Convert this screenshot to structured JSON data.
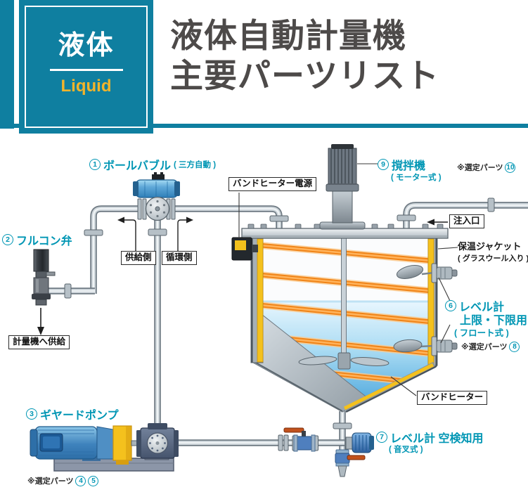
{
  "header": {
    "category": "液体",
    "category_en": "Liquid",
    "title_line1": "液体自動計量機",
    "title_line2": "主要パーツリスト"
  },
  "colors": {
    "accent_teal": "#0f7fa0",
    "label_teal": "#0096b4",
    "accent_yellow": "#f2b42b",
    "heater_orange": "#f08316",
    "title_gray": "#4d4a49"
  },
  "labels": {
    "part1": {
      "num": "1",
      "name": "ボールバブル",
      "sub": "( 三方自動 )"
    },
    "part2": {
      "num": "2",
      "name": "フルコン弁"
    },
    "part3": {
      "num": "3",
      "name": "ギヤードポンプ"
    },
    "part6": {
      "num": "6",
      "name": "レベル計",
      "name2": "上限・下限用",
      "sub": "( フロート式 )"
    },
    "part7": {
      "num": "7",
      "name": "レベル計 空検知用",
      "sub": "( 音叉式 )"
    },
    "part9": {
      "num": "9",
      "name": "撹拌機",
      "sub": "( モーター式 )"
    },
    "notes": {
      "prefix": "※選定パーツ",
      "n4": "4",
      "n5": "5",
      "n8": "8",
      "n10": "10"
    },
    "boxes": {
      "heater_power": "バンドヒーター電源",
      "supply": "供給側",
      "circulation": "循環側",
      "to_meter": "計量機へ供給",
      "inlet": "注入口",
      "band_heater": "バンドヒーター"
    },
    "jacket": {
      "line1": "保温ジャケット",
      "line2": "( グラスウール入り )"
    }
  }
}
